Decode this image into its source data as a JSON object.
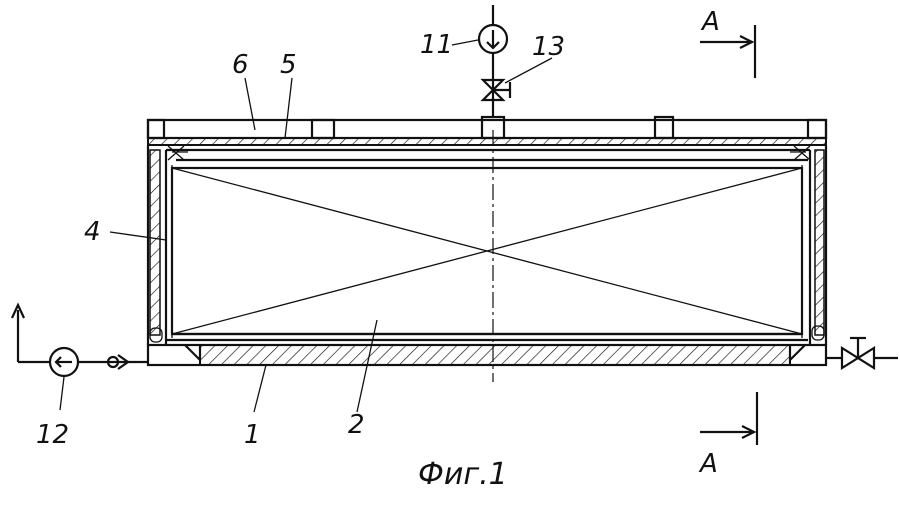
{
  "labels": {
    "l1": "1",
    "l2": "2",
    "l4": "4",
    "l5": "5",
    "l6": "6",
    "l11": "11",
    "l12": "12",
    "l13": "13",
    "section_top": "A",
    "section_bottom": "A"
  },
  "caption": "Фиг.1"
}
